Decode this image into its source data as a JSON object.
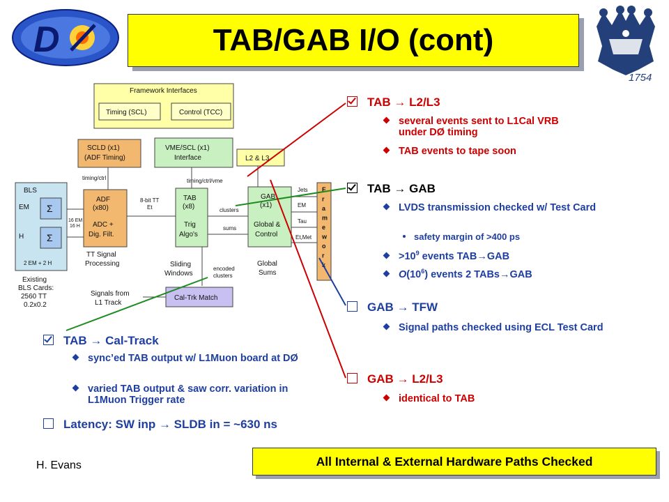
{
  "slide": {
    "title": "TAB/GAB I/O (cont)",
    "author": "H. Evans",
    "footer_box": "All Internal & External Hardware Paths Checked",
    "logo_left_text": "DØ",
    "logo_right_text": "1754"
  },
  "diagram": {
    "framework_interfaces": "Framework Interfaces",
    "timing_scl": "Timing (SCL)",
    "control_tcc": "Control (TCC)",
    "scld_1": "SCLD (x1)",
    "scld_2": "(ADF Timing)",
    "vme_1": "VME/SCL (x1)",
    "vme_2": "Interface",
    "l2l3": "L2 & L3",
    "timing_ctrl": "timing/ctrl",
    "timing_ctrl_vme": "timing/ctrl/vme",
    "bls": "BLS",
    "em": "EM",
    "h": "H",
    "sigma": "Σ",
    "bls_in": "2 EM + 2 H",
    "adf_1": "ADF",
    "adf_2": "(x80)",
    "adf_3": "ADC +",
    "adf_4": "Dig. Filt.",
    "adf_out_1": "16 EM",
    "adf_out_2": "16 H",
    "tt_1": "8-bit TT",
    "tt_2": "Et",
    "tab_1": "TAB",
    "tab_2": "(x8)",
    "tab_3": "Trig",
    "tab_4": "Algo's",
    "clusters": "clusters",
    "sums": "sums",
    "gab_1": "GAB",
    "gab_2": "(x1)",
    "gab_3": "Global &",
    "gab_4": "Control",
    "jets": "Jets",
    "gem": "EM",
    "tau": "Tau",
    "etmet": "Et,Met",
    "framework": "Framework",
    "tt_signal_1": "TT Signal",
    "tt_signal_2": "Processing",
    "sliding_1": "Sliding",
    "sliding_2": "Windows",
    "encoded_1": "encoded",
    "encoded_2": "clusters",
    "global_1": "Global",
    "global_2": "Sums",
    "existing_1": "Existing",
    "existing_2": "BLS Cards:",
    "existing_3": "2560 TT",
    "existing_4": "0.2x0.2",
    "signals_1": "Signals from",
    "signals_2": "L1 Track",
    "caltrk": "Cal-Trk Match"
  },
  "right_list": {
    "s1": {
      "head": "TAB  L2/L3",
      "arrow": "→",
      "items": [
        "several events sent to L1Cal VRB under DØ timing",
        "TAB events to tape soon"
      ]
    },
    "s2": {
      "head": "TAB  GAB",
      "items": [
        "LVDS transmission checked w/ Test Card",
        "safety margin of >400 ps",
        ">10",
        "9",
        " events TAB",
        "GAB",
        "O",
        "(10",
        "6",
        ") events 2 TABs",
        "GAB"
      ]
    },
    "s3": {
      "head": "GAB  TFW",
      "items": [
        "Signal paths checked using ECL Test Card"
      ]
    },
    "s4": {
      "head": "GAB  L2/L3",
      "items": [
        "identical to TAB"
      ]
    }
  },
  "left_list": {
    "s1": {
      "head": "TAB  Cal-Track",
      "items": [
        "sync’ed TAB output w/ L1Muon board at DØ",
        "varied TAB output & saw corr. variation in L1Muon Trigger rate"
      ]
    },
    "s2": {
      "head": "Latency: SW inp  SLDB in = ~630 ns"
    }
  },
  "colors": {
    "red": "#cc0000",
    "blue": "#1f3fa0",
    "yellow": "#ffff00",
    "box_yellow": "#ffffa8",
    "box_green": "#c8f0c0",
    "box_orange": "#f2b870",
    "box_purple": "#c8c0f0"
  }
}
